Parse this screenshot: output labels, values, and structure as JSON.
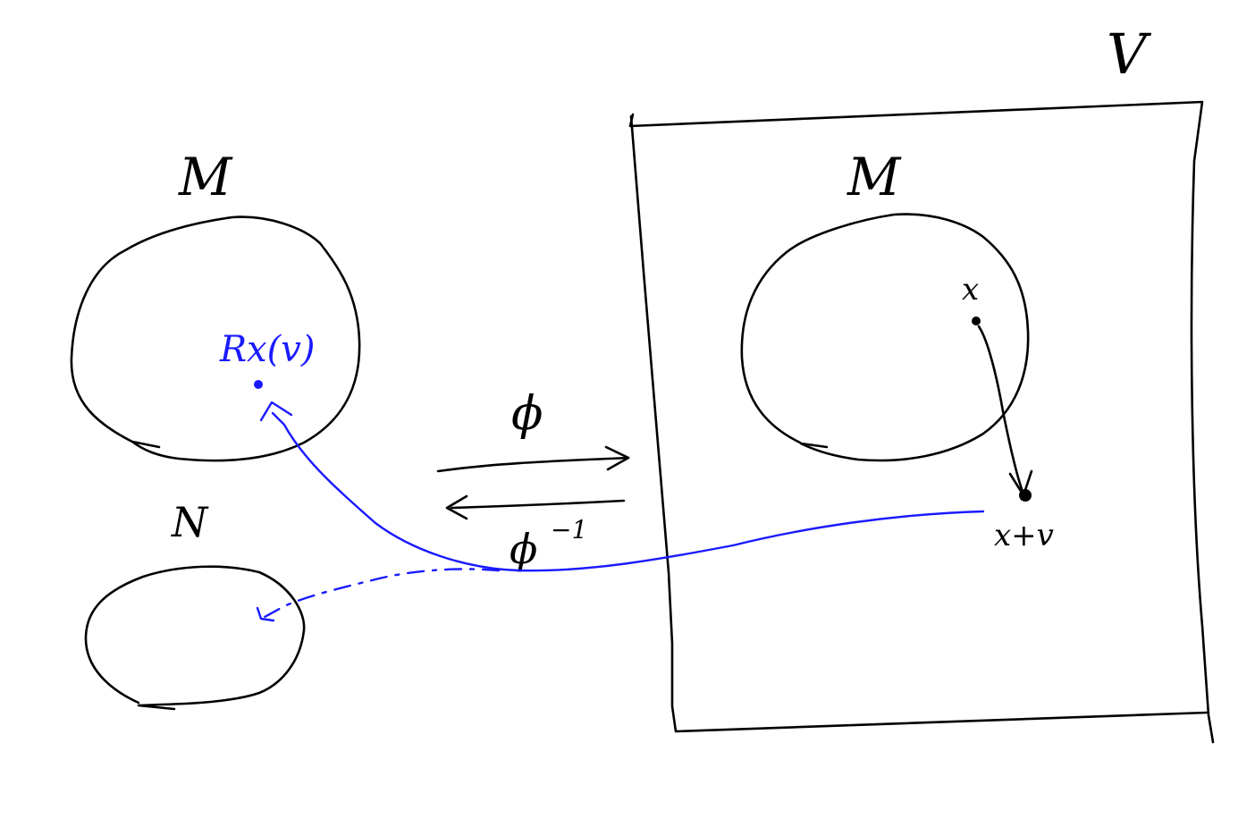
{
  "labels": {
    "manifold_left": "M",
    "manifold_right": "M",
    "manifold_n": "N",
    "vector_space": "V",
    "map_forward": "ϕ",
    "map_inverse": "ϕ",
    "map_inverse_sup": "−1",
    "point_x": "x",
    "point_x_plus_v": "x+v",
    "retraction": "Rx(v)"
  },
  "colors": {
    "ink": "#000000",
    "highlight": "#1a1aff",
    "background": "#ffffff"
  }
}
